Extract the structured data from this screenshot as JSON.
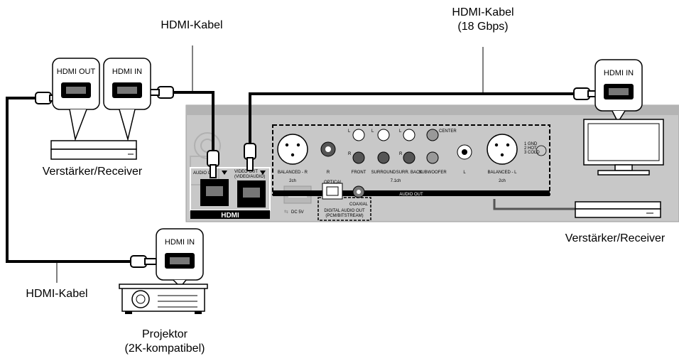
{
  "labels": {
    "cable_top_left": "HDMI-Kabel",
    "cable_top_right_line1": "HDMI-Kabel",
    "cable_top_right_line2": "(18 Gbps)",
    "cable_bottom_left": "HDMI-Kabel",
    "amp_left": "Verstärker/Receiver",
    "amp_right": "Verstärker/Receiver",
    "projector_line1": "Projektor",
    "projector_line2": "(2K-kompatibel)"
  },
  "callouts": {
    "amp_hdmi_out": "HDMI OUT",
    "amp_hdmi_in": "HDMI IN",
    "tv_hdmi_in": "HDMI IN",
    "projector_hdmi_in": "HDMI IN"
  },
  "panel": {
    "audio_out_port": "AUDIO OUT",
    "video_out_port_line1": "VIDEO OUT",
    "video_out_port_line2": "(VIDEO/AUDIO)",
    "hdmi_logo": "HDMI",
    "usb_label": "DC 5V",
    "balanced_r": "BALANCED - R",
    "balanced_l": "BALANCED - L",
    "ch2_left": "2ch",
    "ch2_right": "2ch",
    "ch71": "7.1ch",
    "r_jack": "R",
    "l_jack": "L",
    "front": "FRONT",
    "surround": "SURROUND",
    "surr_back": "SURR. BACK",
    "subwoofer": "SUBWOOFER",
    "center": "CENTER",
    "audio_out_bar": "AUDIO OUT",
    "optical": "OPTICAL",
    "coaxial": "COAXIAL",
    "digital_audio_out_line1": "DIGITAL AUDIO OUT",
    "digital_audio_out_line2": "(PCM/BITSTREAM)",
    "xlr_pins": [
      "1 GND",
      "2 HOT",
      "3 COLD"
    ],
    "jack_l": "L",
    "jack_r": "R"
  }
}
